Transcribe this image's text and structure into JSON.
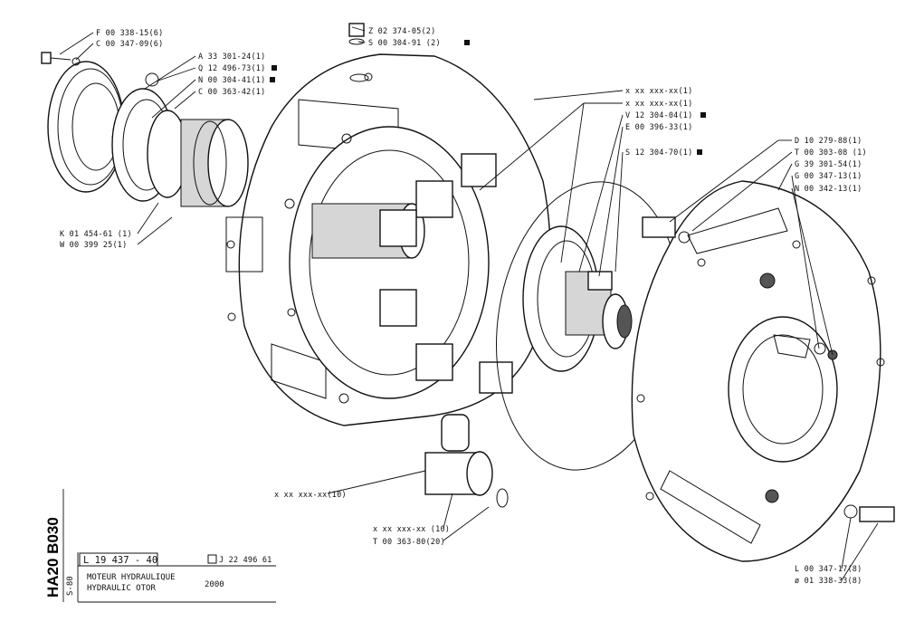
{
  "drawing": {
    "code": "HA20 B030",
    "sheet_ref": "S-80",
    "part_number": "L 19 437 - 40",
    "alt_ref": "J 22 496 61",
    "title_fr": "MOTEUR HYDRAULIQUE",
    "title_en": "HYDRAULIC   OTOR",
    "model": "2000"
  },
  "callouts": {
    "left": [
      "F 00 338-15(6)",
      "C 00 347-09(6)",
      "A 33 301-24(1)",
      "Q 12 496-73(1)",
      "N 00 304-41(1)",
      "C 00 363-42(1)",
      "K 01 454-61 (1)",
      "W 00 399 25(1)"
    ],
    "top": [
      "Z 02 374-05(2)",
      "S 00 304-91 (2)"
    ],
    "center": [
      "x xx xxx-xx(1)",
      "x xx xxx-xx(1)",
      "V 12 304-04(1)",
      "E 00 396-33(1)",
      "S 12 304-70(1)"
    ],
    "right": [
      "D 10 279-88(1)",
      "T 00 303-08 (1)",
      "G 39 301-54(1)",
      "G 00 347-13(1)",
      "N 00 342-13(1)"
    ],
    "bottom": [
      "x xx xxx-xx(10)",
      "x xx xxx-xx (10)",
      "T 00 363-80(20)"
    ],
    "bottom_right": [
      "L 00 347-17(8)",
      "ø 01 338-33(8)"
    ]
  }
}
